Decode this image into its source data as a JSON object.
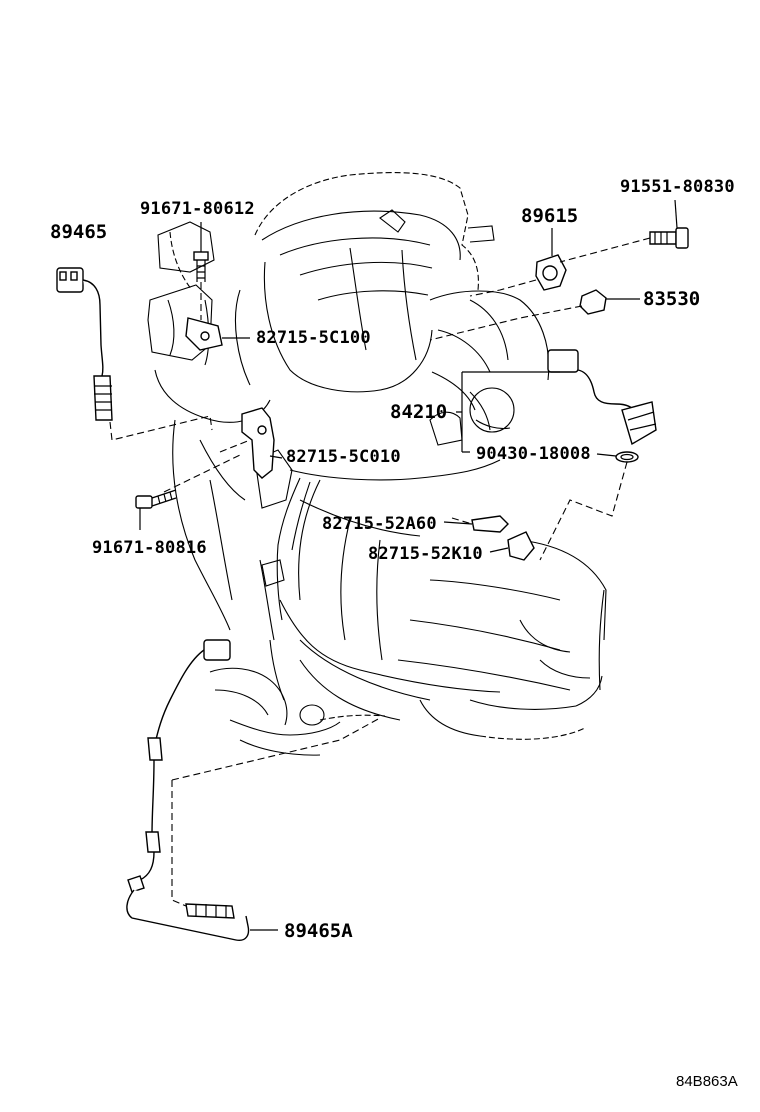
{
  "parts": {
    "o2_sensor_upper": "89465",
    "bolt_upper": "91671-80612",
    "knock_sensor": "89615",
    "bolt_right": "91551-80830",
    "oil_pressure_switch": "83530",
    "bracket_upper": "82715-5C100",
    "backup_switch": "84210",
    "bracket_middle": "82715-5C010",
    "gasket": "90430-18008",
    "bolt_lower": "91671-80816",
    "bracket_52a60": "82715-52A60",
    "bracket_52k10": "82715-52K10",
    "o2_sensor_lower": "89465A"
  },
  "reference_code": "84B863A"
}
